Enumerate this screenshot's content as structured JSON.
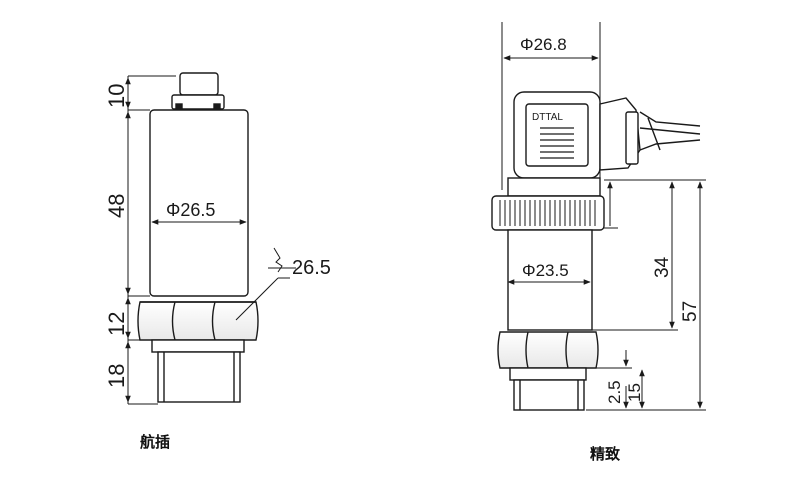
{
  "left_drawing": {
    "caption": "航插",
    "dims": {
      "top": "10",
      "body": "48",
      "hex": "12",
      "thread": "18",
      "diameter": "Φ26.5",
      "wrench": "26.5"
    }
  },
  "right_drawing": {
    "caption": "精致",
    "connector_label": "DTTAL",
    "dims": {
      "top_diameter": "Φ26.8",
      "diameter": "Φ23.5",
      "body": "34",
      "total": "57",
      "thread": "15",
      "groove": "2.5"
    }
  },
  "colors": {
    "line": "#1a1a1a",
    "background": "#ffffff"
  }
}
